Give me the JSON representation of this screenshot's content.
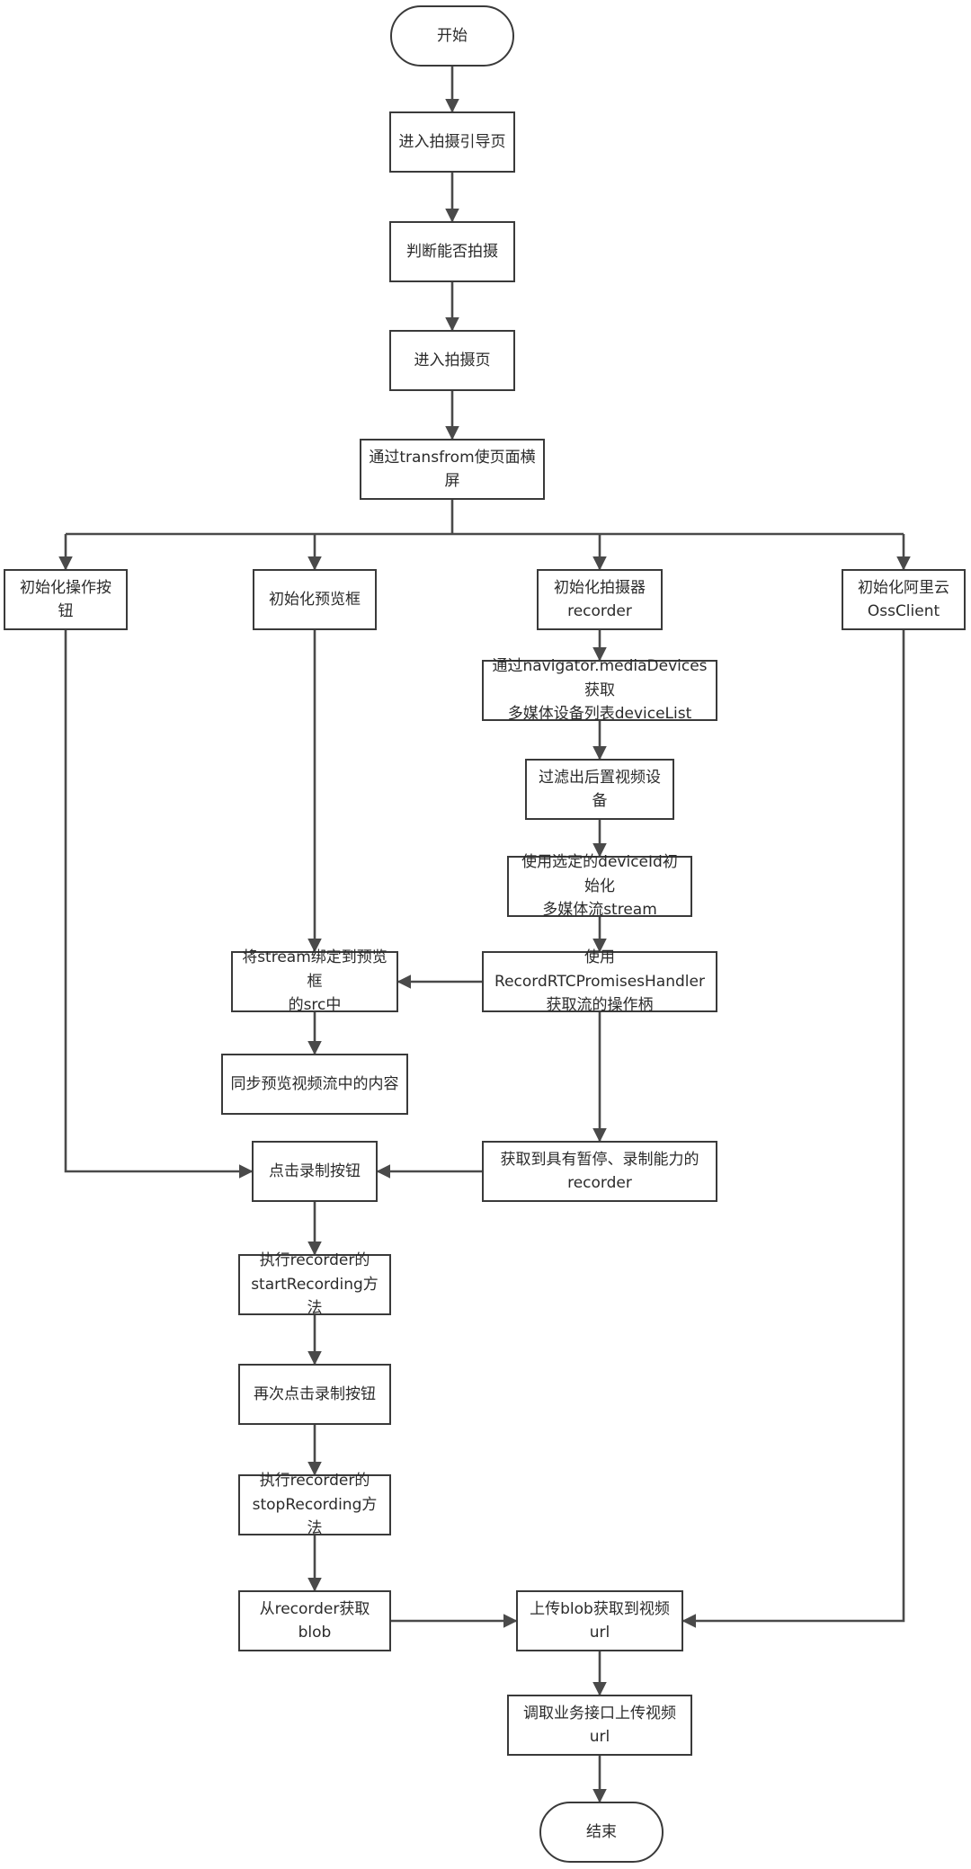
{
  "flowchart": {
    "nodes": {
      "start": "开始",
      "enter_guide": "进入拍摄引导页",
      "judge": "判断能否拍摄",
      "enter_shoot": "进入拍摄页",
      "landscape": "通过transfrom使页面横屏",
      "init_buttons": "初始化操作按钮",
      "init_preview": "初始化预览框",
      "init_recorder": "初始化拍摄器\nrecorder",
      "init_oss": "初始化阿里云\nOssClient",
      "get_devices": "通过navigator.mediaDevices获取\n多媒体设备列表deviceList",
      "filter_rear": "过滤出后置视频设备",
      "init_stream": "使用选定的deviceId初始化\n多媒体流stream",
      "bind_stream": "将stream绑定到预览框\n的src中",
      "get_handle": "使用RecordRTCPromisesHandler\n获取流的操作柄",
      "sync_preview": "同步预览视频流中的内容",
      "click_record": "点击录制按钮",
      "recorder_ready": "获取到具有暂停、录制能力的\nrecorder",
      "start_recording": "执行recorder的\nstartRecording方法",
      "click_again": "再次点击录制按钮",
      "stop_recording": "执行recorder的\nstopRecording方法",
      "get_blob": "从recorder获取blob",
      "upload_blob": "上传blob获取到视频url",
      "call_api": "调取业务接口上传视频url",
      "end": "结束"
    },
    "edges": [
      [
        "start",
        "enter_guide"
      ],
      [
        "enter_guide",
        "judge"
      ],
      [
        "judge",
        "enter_shoot"
      ],
      [
        "enter_shoot",
        "landscape"
      ],
      [
        "landscape",
        "init_buttons"
      ],
      [
        "landscape",
        "init_preview"
      ],
      [
        "landscape",
        "init_recorder"
      ],
      [
        "landscape",
        "init_oss"
      ],
      [
        "init_recorder",
        "get_devices"
      ],
      [
        "get_devices",
        "filter_rear"
      ],
      [
        "filter_rear",
        "init_stream"
      ],
      [
        "init_stream",
        "get_handle"
      ],
      [
        "init_preview",
        "bind_stream"
      ],
      [
        "get_handle",
        "bind_stream"
      ],
      [
        "bind_stream",
        "sync_preview"
      ],
      [
        "get_handle",
        "recorder_ready"
      ],
      [
        "init_buttons",
        "click_record"
      ],
      [
        "recorder_ready",
        "click_record"
      ],
      [
        "click_record",
        "start_recording"
      ],
      [
        "start_recording",
        "click_again"
      ],
      [
        "click_again",
        "stop_recording"
      ],
      [
        "stop_recording",
        "get_blob"
      ],
      [
        "get_blob",
        "upload_blob"
      ],
      [
        "init_oss",
        "upload_blob"
      ],
      [
        "upload_blob",
        "call_api"
      ],
      [
        "call_api",
        "end"
      ]
    ]
  }
}
